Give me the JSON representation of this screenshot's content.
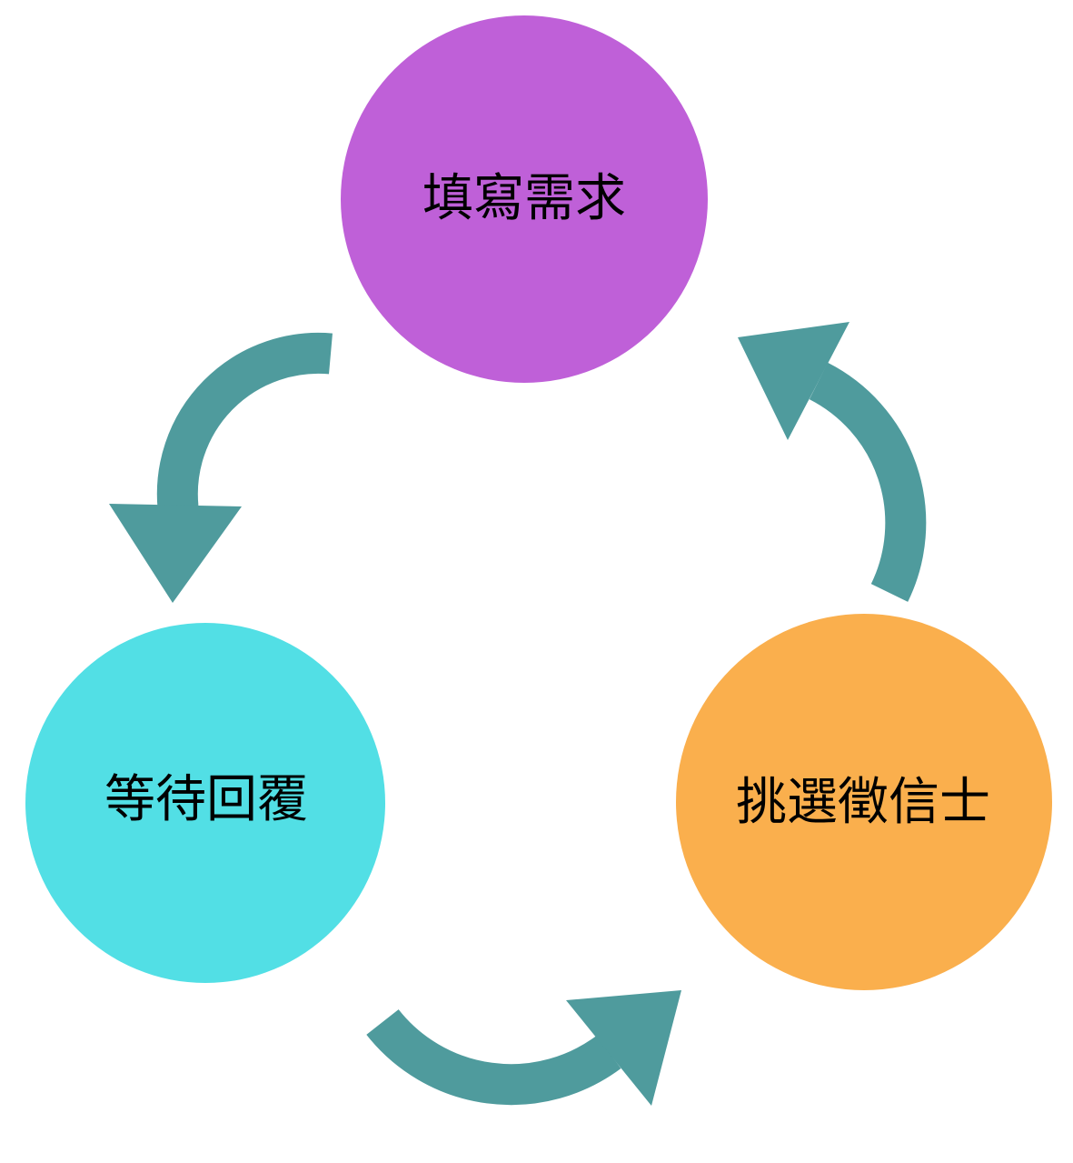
{
  "diagram": {
    "type": "cycle",
    "background": "#FFFFFF",
    "text_color": "#000000",
    "arrow_color": "#4F9B9D",
    "nodes": [
      {
        "id": "fill-request",
        "label": "填寫需求",
        "color": "#BF60D8",
        "position": "top"
      },
      {
        "id": "wait-reply",
        "label": "等待回覆",
        "color": "#52DFE5",
        "position": "bottom-left"
      },
      {
        "id": "choose-investigator",
        "label": "挑選徵信士",
        "color": "#FAAF4D",
        "position": "bottom-right"
      }
    ],
    "arrows": [
      {
        "from": "填寫需求",
        "to": "等待回覆",
        "direction": "top to bottom-left"
      },
      {
        "from": "等待回覆",
        "to": "挑選徵信士",
        "direction": "bottom-left to bottom-right"
      },
      {
        "from": "挑選徵信士",
        "to": "填寫需求",
        "direction": "bottom-right to top"
      }
    ]
  }
}
